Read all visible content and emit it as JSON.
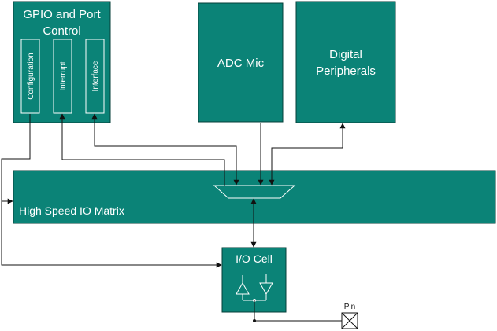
{
  "colors": {
    "block_fill": "#0b8377",
    "block_border": "#063f39",
    "label_text": "#ffffff",
    "wire": "#111111"
  },
  "blocks": {
    "gpio": {
      "title_line1": "GPIO and Port",
      "title_line2": "Control"
    },
    "adc": {
      "title": "ADC Mic"
    },
    "digital": {
      "title_line1": "Digital",
      "title_line2": "Peripherals"
    },
    "matrix": {
      "title": "High Speed IO Matrix"
    },
    "io_cell": {
      "title": "I/O Cell"
    }
  },
  "sub_blocks": {
    "configuration": "Configuration",
    "interrupt": "Interrupt",
    "interface": "Interface"
  },
  "pin": {
    "label": "Pin"
  },
  "icons": [
    "mux-trapezoid-icon",
    "input-buffer-icon",
    "output-buffer-icon",
    "pin-pad-icon",
    "arrow-icon"
  ]
}
